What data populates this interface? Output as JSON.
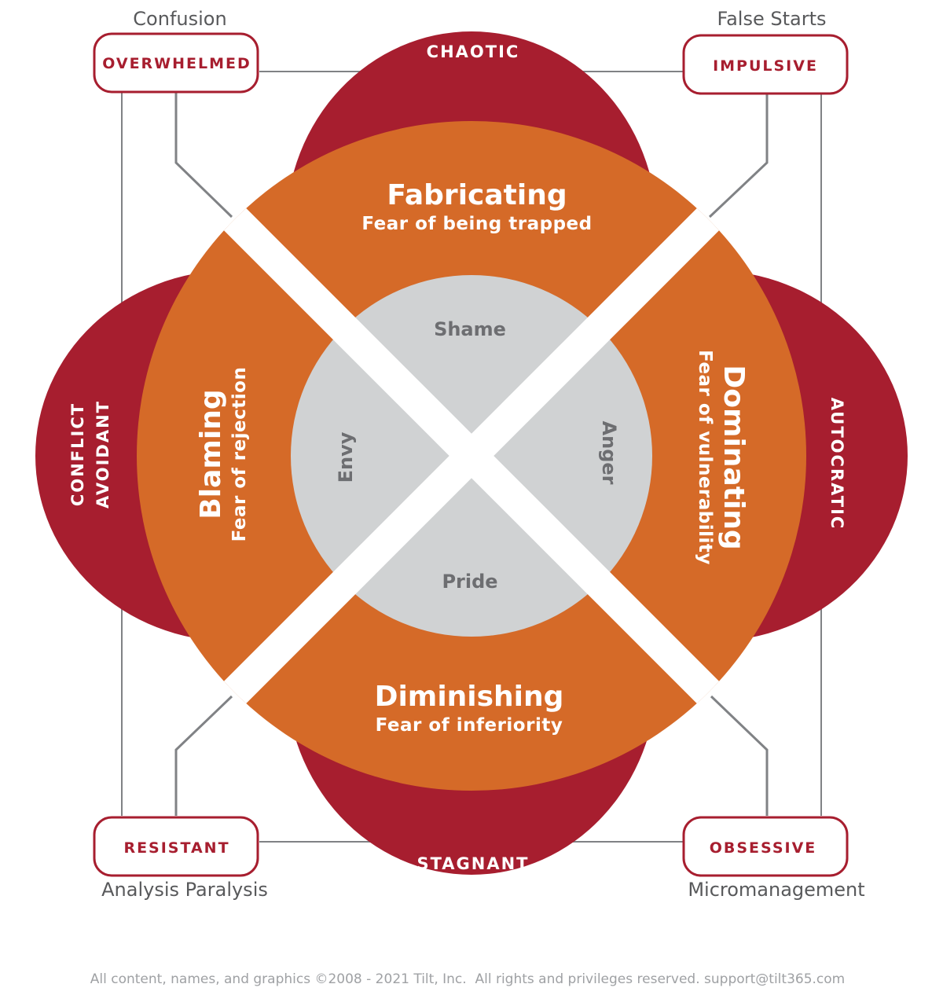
{
  "colors": {
    "lobe": "#a71e2f",
    "sector": "#d56a28",
    "core": "#d0d2d3",
    "frame": "#808285",
    "caption": "#58595b"
  },
  "corners": {
    "top_left": {
      "caption": "Confusion",
      "box": "OVERWHELMED"
    },
    "top_right": {
      "caption": "False Starts",
      "box": "IMPULSIVE"
    },
    "bottom_left": {
      "box": "RESISTANT",
      "caption": "Analysis Paralysis"
    },
    "bottom_right": {
      "box": "OBSESSIVE",
      "caption": "Micromanagement"
    }
  },
  "lobes": {
    "top": "CHAOTIC",
    "bottom": "STAGNANT",
    "left_line1": "CONFLICT",
    "left_line2": "AVOIDANT",
    "right": "AUTOCRATIC"
  },
  "sectors": {
    "top": {
      "title": "Fabricating",
      "subtitle": "Fear of being trapped"
    },
    "right": {
      "title": "Dominating",
      "subtitle": "Fear of vulnerability"
    },
    "bottom": {
      "title": "Diminishing",
      "subtitle": "Fear of inferiority"
    },
    "left": {
      "title": "Blaming",
      "subtitle": "Fear of rejection"
    }
  },
  "core": {
    "top": "Shame",
    "right": "Anger",
    "bottom": "Pride",
    "left": "Envy"
  },
  "footer": "All content, names, and graphics ©2008 - 2021 Tilt, Inc.  All rights and privileges reserved. support@tilt365.com"
}
